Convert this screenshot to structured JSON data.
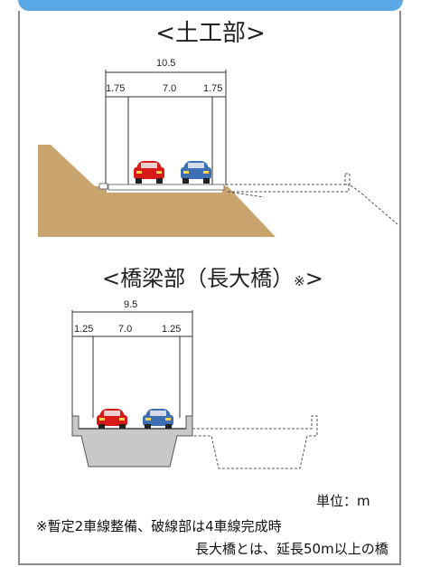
{
  "sections": {
    "earthwork": {
      "title": "<土工部>",
      "total_width": "10.5",
      "left_shoulder": "1.75",
      "carriageway": "7.0",
      "right_shoulder": "1.75"
    },
    "bridge": {
      "title": "<橋梁部（長大橋）",
      "title_mark": "※",
      "title_end": ">",
      "total_width": "9.5",
      "left_shoulder": "1.25",
      "carriageway": "7.0",
      "right_shoulder": "1.25"
    }
  },
  "notes": {
    "unit": "単位：m",
    "provisional": "※暫定2車線整備、破線部は4車線完成時",
    "long_bridge": "長大橋とは、延長50m以上の橋"
  },
  "colors": {
    "accent_bar": "#5aa9e6",
    "soil": "#c9a46f",
    "concrete": "#c8c8c8",
    "car_red": "#d81a1a",
    "car_blue": "#3d6fb4"
  }
}
